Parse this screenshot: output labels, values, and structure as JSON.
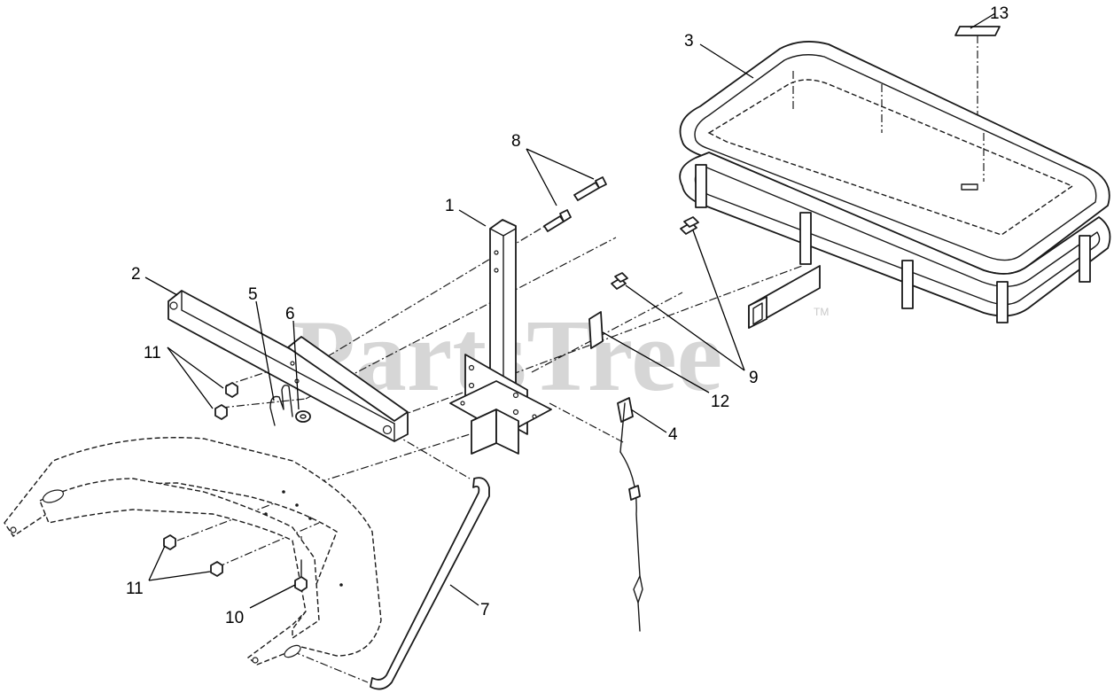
{
  "watermark": {
    "text": "PartsTree",
    "trademark": "TM"
  },
  "callouts": {
    "c1": "1",
    "c2": "2",
    "c3": "3",
    "c4": "4",
    "c5": "5",
    "c6": "6",
    "c7": "7",
    "c8": "8",
    "c9": "9",
    "c10": "10",
    "c11a": "11",
    "c11b": "11",
    "c12": "12",
    "c13": "13"
  }
}
